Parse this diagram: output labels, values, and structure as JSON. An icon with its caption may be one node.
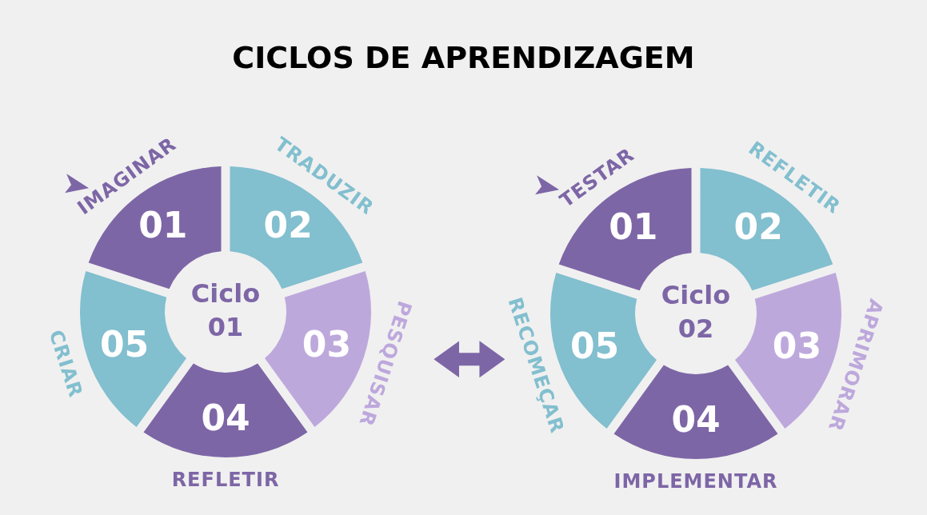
{
  "diagram": {
    "title": "CICLOS DE APRENDIZAGEM",
    "nodes": [
      {
        "text": [
          "Ciclo 01"
        ]
      },
      {
        "text": [
          "01"
        ],
        "beside": [
          "IMAGINAR"
        ]
      },
      {
        "text": [
          "02"
        ],
        "beside": [
          "TRADUZIR"
        ]
      },
      {
        "text": [
          "03"
        ],
        "beside": [
          "PESQUISAR"
        ]
      },
      {
        "text": [
          "04"
        ],
        "beside": [
          "REFLETIR"
        ]
      },
      {
        "text": [
          "05"
        ],
        "beside": [
          "CRIAR"
        ]
      },
      {
        "text": [
          "Ciclo 02"
        ]
      },
      {
        "text": [
          "01"
        ],
        "beside": [
          "TESTAR"
        ]
      },
      {
        "text": [
          "02"
        ],
        "beside": [
          "REFLETIR"
        ]
      },
      {
        "text": [
          "03"
        ],
        "beside": [
          "APRIMORAR"
        ]
      },
      {
        "text": [
          "04"
        ],
        "beside": [
          "IMPLEMENTAR"
        ]
      },
      {
        "text": [
          "05"
        ],
        "beside": [
          "RECOMEÇAR"
        ]
      }
    ],
    "edges": [
      {
        "from": 3,
        "to": 11,
        "arrow": "both"
      }
    ]
  }
}
